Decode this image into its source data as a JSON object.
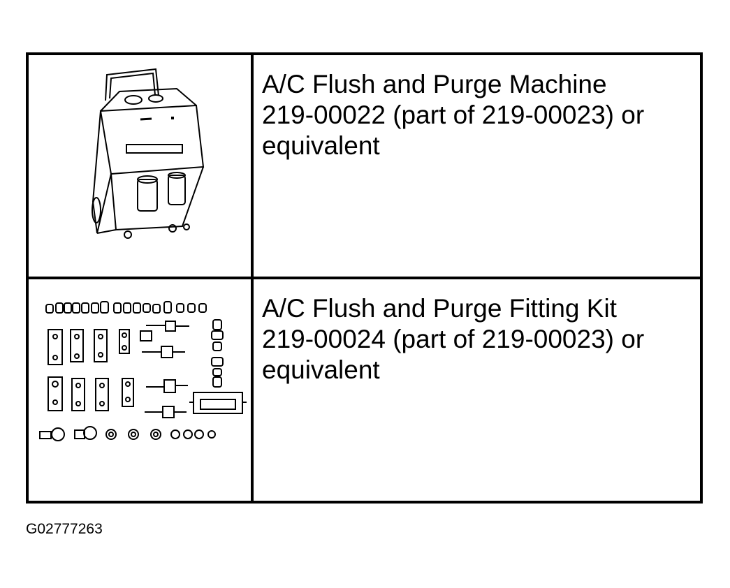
{
  "tools": [
    {
      "illustration": "flush-purge-machine-icon",
      "lines": [
        "A/C Flush and Purge Machine",
        "219-00022 (part of 219-00023) or",
        "equivalent"
      ]
    },
    {
      "illustration": "fitting-kit-icon",
      "lines": [
        "A/C Flush and Purge Fitting Kit",
        "219-00024 (part of 219-00023) or",
        "equivalent"
      ]
    }
  ],
  "figure_id": "G02777263"
}
